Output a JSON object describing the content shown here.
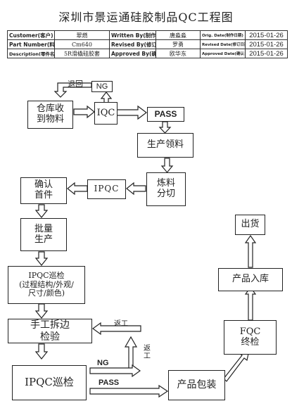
{
  "title": "深圳市景运通硅胶制品QC工程图",
  "header": {
    "rows": [
      {
        "label": "Customer(客户)",
        "value": "翠燃",
        "mid_label": "Written By(制作)",
        "mid_value": "唐淼淼",
        "date_label": "Orig. Date(制作日期)",
        "date": "2015-01-26"
      },
      {
        "label": "Part Number(料号)",
        "value": "Cm640",
        "mid_label": "Revised By(修订)",
        "mid_value": "罗勇",
        "date_label": "Revised Date(修订日期)",
        "date": "2015-01-26"
      },
      {
        "label": "Description(零件名称)",
        "value": "5R滑橇硅胶套",
        "mid_label": "Approved By(确认)",
        "mid_value": "欧华东",
        "date_label": "Approved Date(确认日期)",
        "date": "2015-01-26"
      }
    ]
  },
  "nodes": {
    "warehouse": "仓库收\n到物料",
    "iqc": "IQC",
    "ng_top": "NG",
    "pass_top": "PASS",
    "material": "生产领料",
    "mixing": "炼料\n分切",
    "ipqc1": "IPQC",
    "confirm": "确认\n首件",
    "mass": "批量\n生产",
    "ipqc_inspect": "IPQC巡检\n(过程结构/外观/\n尺寸/颜色)",
    "trim": "手工拆边\n检验",
    "ipqc2": "IPQC巡检",
    "packing": "产品包装",
    "fqc": "FQC\n终检",
    "storage": "产品入库",
    "ship": "出货"
  },
  "labels": {
    "return_top": "退回",
    "return_mid": "返工",
    "return_vertical": "返\n工",
    "ng_bottom": "NG",
    "pass_bottom": "PASS"
  }
}
